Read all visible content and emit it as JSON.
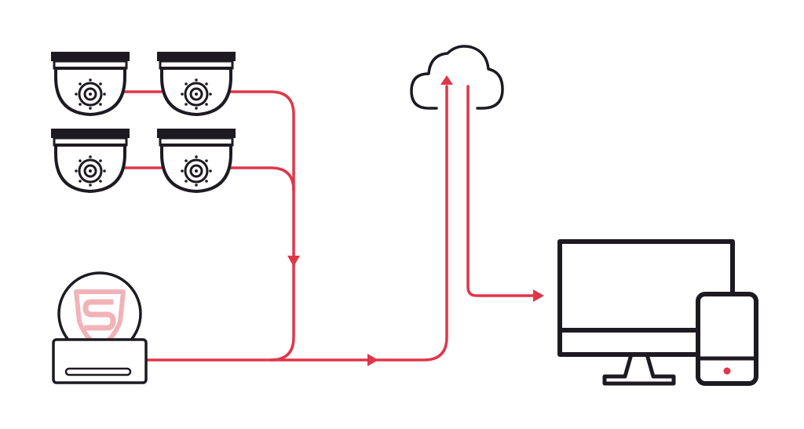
{
  "diagram": {
    "colors": {
      "line": "#e0364a",
      "device": "#1d1a22",
      "logo": "#f1b3b8",
      "background": "#ffffff"
    },
    "nodes": {
      "cameras": [
        "dome-camera",
        "dome-camera",
        "dome-camera",
        "dome-camera"
      ],
      "recorder": "nvr-with-shield-logo",
      "cloud": "cloud",
      "viewers": [
        "desktop-monitor",
        "smartphone"
      ]
    },
    "edges": [
      {
        "from": "cameras",
        "to": "recorder",
        "arrow": "down"
      },
      {
        "from": "recorder",
        "to": "cloud",
        "arrow": "up"
      },
      {
        "from": "cloud",
        "to": "viewers",
        "arrow": "right"
      }
    ]
  }
}
